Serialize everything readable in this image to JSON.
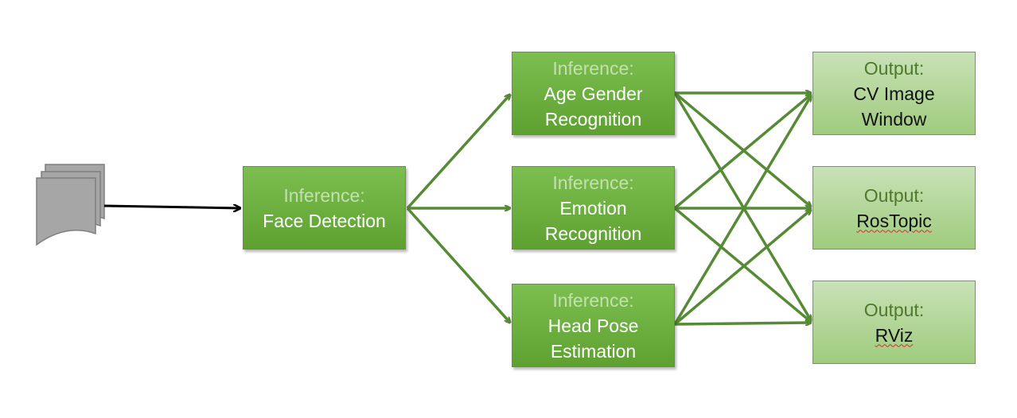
{
  "input_icon": "stacked-documents-icon",
  "colors": {
    "connector": "#568b36",
    "input_arrow": "#000000",
    "inference_fill": "#6aaf3f",
    "output_fill": "#b4d79c",
    "document_fill": "#a6a6a6"
  },
  "face_detection": {
    "heading": "Inference:",
    "line1": "Face Detection"
  },
  "age_gender": {
    "heading": "Inference:",
    "line1": "Age Gender",
    "line2": "Recognition"
  },
  "emotion": {
    "heading": "Inference:",
    "line1": "Emotion",
    "line2": "Recognition"
  },
  "head_pose": {
    "heading": "Inference:",
    "line1": "Head Pose",
    "line2": "Estimation"
  },
  "output_cv": {
    "heading": "Output:",
    "line1": "CV Image",
    "line2": "Window"
  },
  "output_rostopic": {
    "heading": "Output:",
    "line1": "RosTopic"
  },
  "output_rviz": {
    "heading": "Output:",
    "line1": "RViz"
  }
}
